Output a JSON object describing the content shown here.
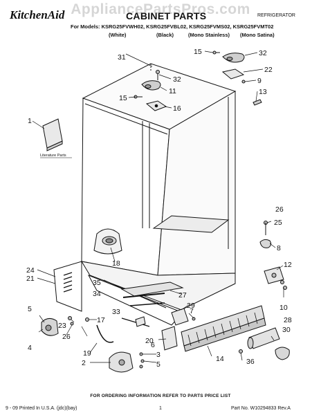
{
  "watermark": "AppliancePartsPros.com",
  "brand": "KitchenAid",
  "title": "CABINET PARTS",
  "category": "REFRIGERATOR",
  "models_line": "For Models: KSRG25FVWH02, KSRG25FVBL02, KSRG25FVMS02, KSRG25FVMT02",
  "variants": [
    "(White)",
    "(Black)",
    "(Mono Stainless)",
    "(Mono Satina)"
  ],
  "literature_label": "Literature Parts",
  "callouts": [
    "31",
    "15",
    "32",
    "22",
    "9",
    "13",
    "32",
    "11",
    "15",
    "16",
    "1",
    "26",
    "25",
    "8",
    "18",
    "24",
    "21",
    "12",
    "35",
    "27",
    "34",
    "29",
    "10",
    "33",
    "7",
    "5",
    "17",
    "28",
    "23",
    "30",
    "26",
    "6",
    "4",
    "20",
    "19",
    "14",
    "36",
    "3",
    "2",
    "5"
  ],
  "footer": {
    "note": "FOR ORDERING INFORMATION REFER TO PARTS PRICE LIST",
    "printed": "9 - 09 Printed In U.S.A. (jdc)(bay)",
    "page": "1",
    "part_no": "Part No. W10294833 Rev.A"
  }
}
